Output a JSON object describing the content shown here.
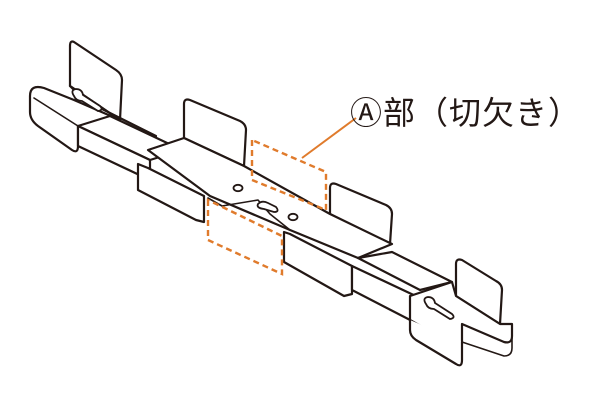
{
  "callout": {
    "label": "Ⓐ部（切欠き）"
  },
  "colors": {
    "line": "#231815",
    "highlight": "#e07b2c",
    "background": "#ffffff"
  },
  "parts": [
    "left-end-bracket",
    "left-arm",
    "center-plate",
    "right-arm",
    "right-end-bracket"
  ]
}
